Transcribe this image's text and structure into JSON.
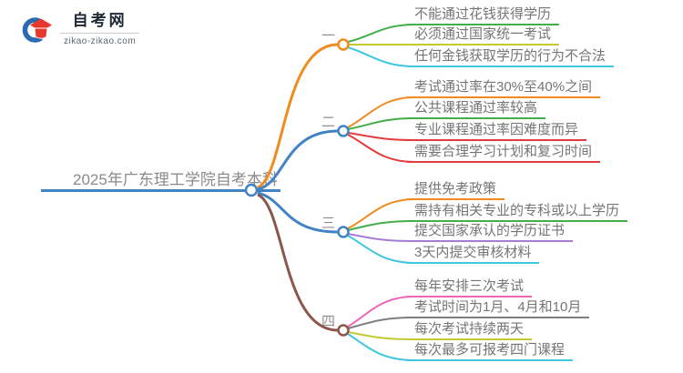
{
  "logo": {
    "site_name": "自考网",
    "site_url": "zikao-zikao.com"
  },
  "root": {
    "label": "2025年广东理工学院自考本科"
  },
  "palette": {
    "blue": "#4183c4",
    "orange": "#f08c1f",
    "brown": "#8d564c",
    "green": "#44ad4c",
    "olive": "#c3ca33",
    "cyan": "#3ec7de",
    "red": "#e23c3c",
    "purple": "#a77cd6",
    "pink": "#ec68b6",
    "gray_line": "#7f7f7f",
    "text_gray": "#757575",
    "root_text": "#8a8a8a"
  },
  "branches": [
    {
      "label": "一",
      "color": "#f08c1f",
      "items": [
        {
          "text": "不能通过花钱获得学历",
          "color": "#44ad4c"
        },
        {
          "text": "必须通过国家统一考试",
          "color": "#c3ca33"
        },
        {
          "text": "任何金钱获取学历的行为不合法",
          "color": "#3ec7de"
        }
      ]
    },
    {
      "label": "二",
      "color": "#4183c4",
      "items": [
        {
          "text": "考试通过率在30%至40%之间",
          "color": "#f08c1f"
        },
        {
          "text": "公共课程通过率较高",
          "color": "#44ad4c"
        },
        {
          "text": "专业课程通过率因难度而异",
          "color": "#e23c3c"
        },
        {
          "text": "需要合理学习计划和复习时间",
          "color": "#e23c3c"
        }
      ]
    },
    {
      "label": "三",
      "color": "#4183c4",
      "items": [
        {
          "text": "提供免考政策",
          "color": "#f08c1f"
        },
        {
          "text": "需持有相关专业的专科或以上学历",
          "color": "#44ad4c"
        },
        {
          "text": "提交国家承认的学历证书",
          "color": "#a77cd6"
        },
        {
          "text": "3天内提交审核材料",
          "color": "#3ec7de"
        }
      ]
    },
    {
      "label": "四",
      "color": "#8d564c",
      "items": [
        {
          "text": "每年安排三次考试",
          "color": "#ec68b6"
        },
        {
          "text": "考试时间为1月、4月和10月",
          "color": "#7f7f7f"
        },
        {
          "text": "每次考试持续两天",
          "color": "#c3ca33"
        },
        {
          "text": "每次最多可报考四门课程",
          "color": "#3ec7de"
        }
      ]
    }
  ]
}
